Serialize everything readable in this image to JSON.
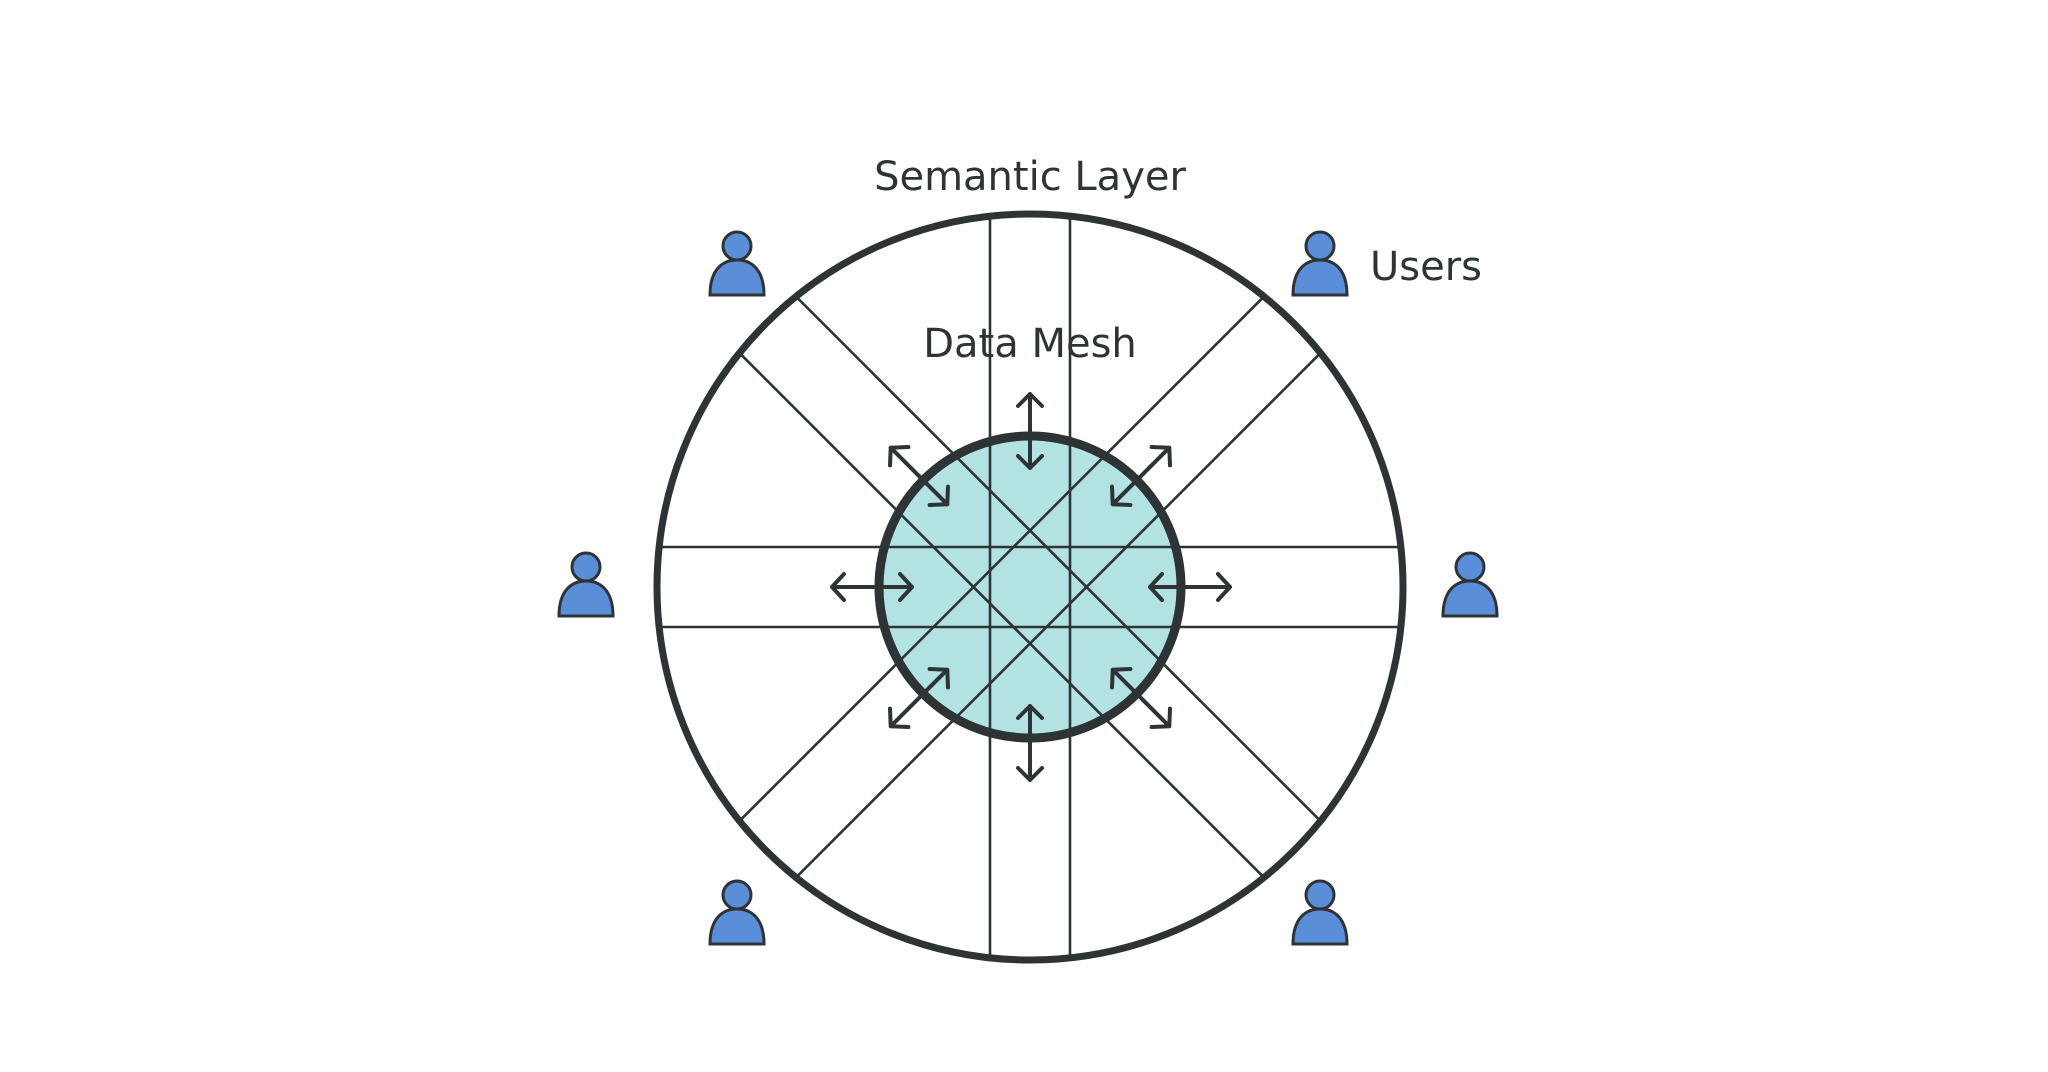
{
  "labels": {
    "semantic_layer": "Semantic Layer",
    "data_mesh": "Data Mesh",
    "users": "Users"
  },
  "colors": {
    "stroke": "#2e3436",
    "core_fill": "#b2e3e2",
    "user_fill": "#5b8ed8",
    "background": "#ffffff"
  },
  "icons": {
    "user": "user-icon",
    "arrow": "double-headed-arrow-icon"
  }
}
